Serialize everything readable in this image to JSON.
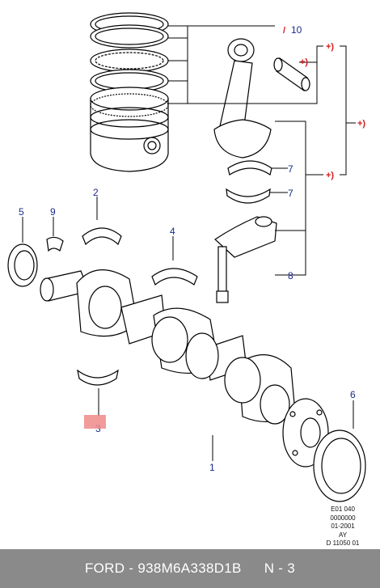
{
  "diagram": {
    "callouts": {
      "c10": "10",
      "c7a": "7",
      "c7b": "7",
      "c8": "8",
      "c5": "5",
      "c9": "9",
      "c2": "2",
      "c4": "4",
      "c3": "3",
      "c1": "1",
      "c6": "6"
    },
    "markers": {
      "m1": "+)",
      "m2": "+)",
      "m3": "+)",
      "m4": "+)"
    },
    "slash_mark": "/"
  },
  "meta": {
    "line1": "E01 040",
    "line2": "0000000",
    "line3": "01-2001",
    "line4": "AY",
    "line5": "D 11050 01"
  },
  "footer": {
    "brand": "FORD - 938M6A338D1B",
    "page": "N - 3"
  },
  "colors": {
    "callout": "#1a2a8c",
    "marker": "#d41a1a",
    "footer_bg": "#8a8a8a",
    "highlight": "#f08a8a"
  }
}
